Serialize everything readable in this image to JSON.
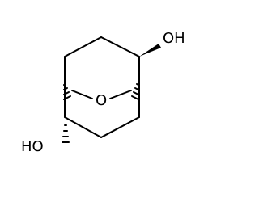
{
  "molecule": {
    "atoms": {
      "bridge_oxygen": "O",
      "hydroxyl_top": "OH",
      "hydroxyl_bottom": "HO"
    }
  }
}
